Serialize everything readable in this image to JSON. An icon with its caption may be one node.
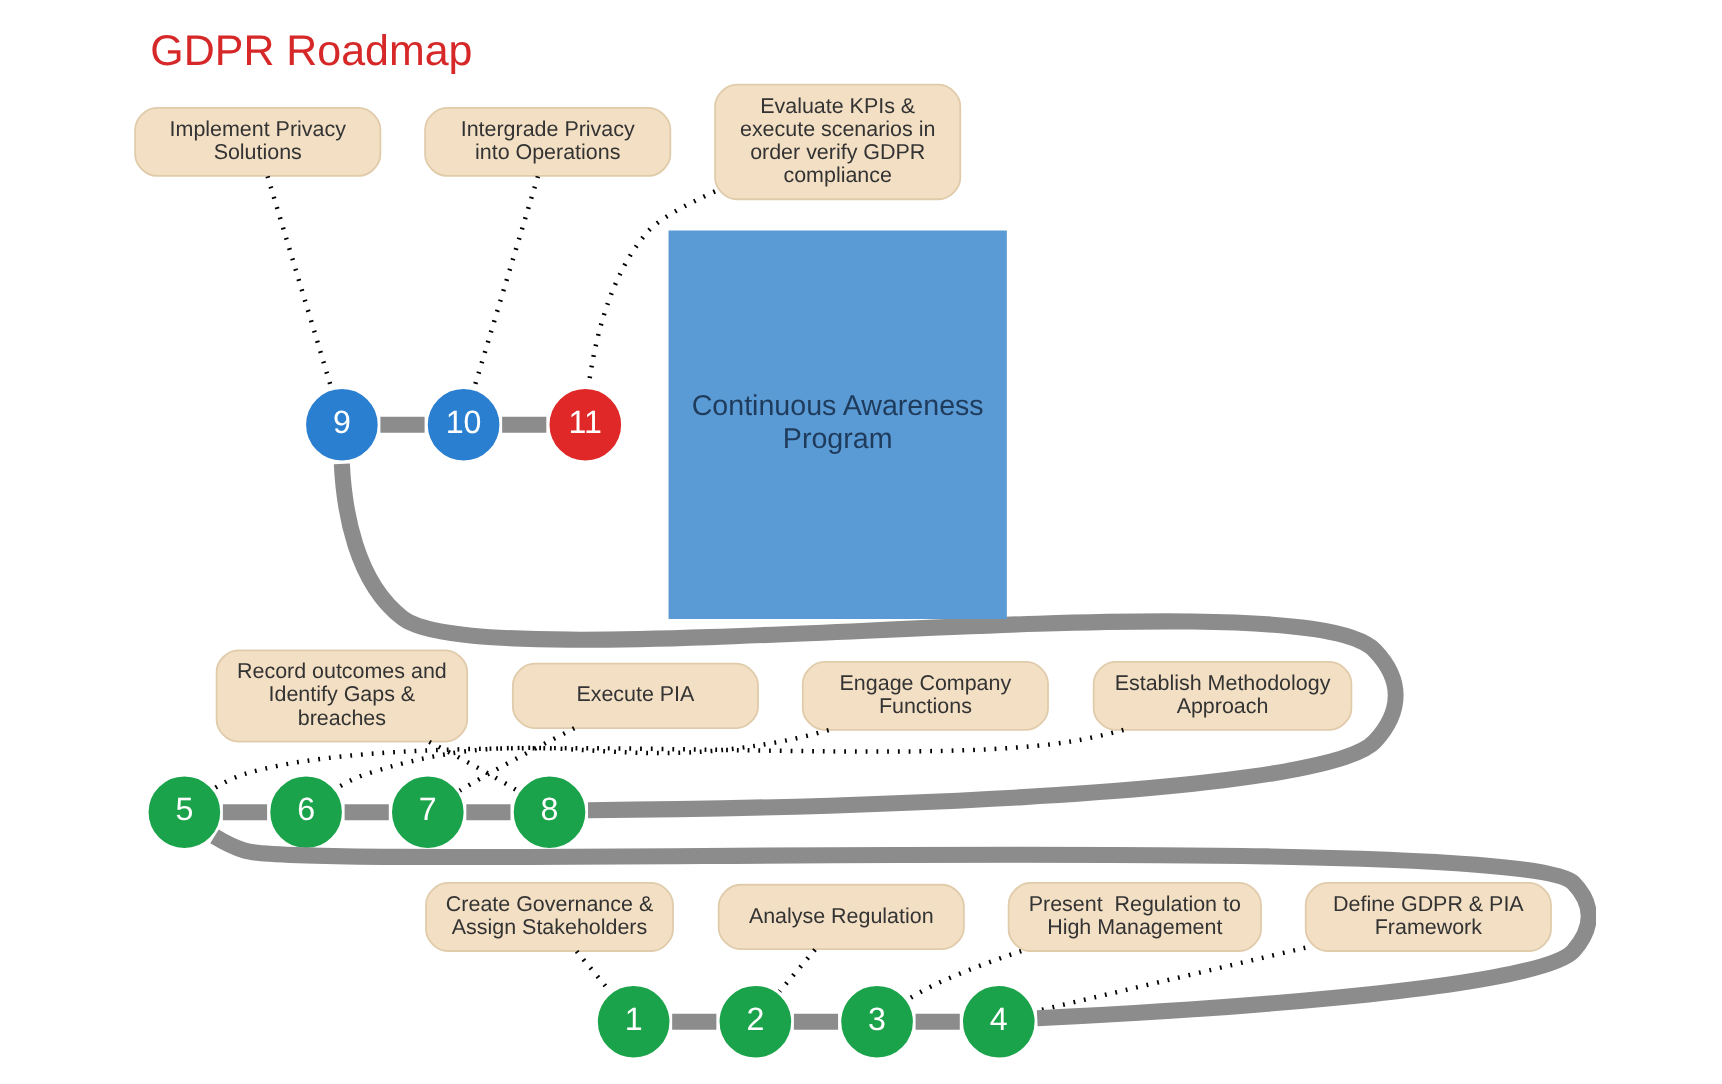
{
  "diagram": {
    "title": "GDPR Roadmap",
    "nodes": [
      {
        "text": [
          "Create Governance & Assign Stakeholders"
        ]
      },
      {
        "text": [
          "Analyse Regulation"
        ]
      },
      {
        "text": [
          "Present  Regulation to High Management"
        ]
      },
      {
        "text": [
          "Define GDPR & PIA Framework"
        ]
      },
      {
        "text": [
          "Establish Methodology Approach"
        ]
      },
      {
        "text": [
          "Engage Company Functions"
        ]
      },
      {
        "text": [
          "Execute PIA"
        ]
      },
      {
        "text": [
          "Record outcomes and Identify Gaps & breaches"
        ]
      },
      {
        "text": [
          "Implement Privacy Solutions"
        ]
      },
      {
        "text": [
          "Intergrade Privacy into Operations"
        ]
      },
      {
        "text": [
          "Evaluate KPIs & execute scenarios in order verify GDPR compliance"
        ]
      },
      {
        "text": [
          "1"
        ]
      },
      {
        "text": [
          "2"
        ]
      },
      {
        "text": [
          "3"
        ]
      },
      {
        "text": [
          "4"
        ]
      },
      {
        "text": [
          "5"
        ]
      },
      {
        "text": [
          "6"
        ]
      },
      {
        "text": [
          "7"
        ]
      },
      {
        "text": [
          "8"
        ]
      },
      {
        "text": [
          "9"
        ]
      },
      {
        "text": [
          "10"
        ]
      },
      {
        "text": [
          "11"
        ]
      },
      {
        "text": [
          "Continuous Awareness Program"
        ]
      }
    ],
    "edges": [
      {
        "from": 0,
        "to": 11,
        "arrow": "none",
        "style": "dashed"
      },
      {
        "from": 1,
        "to": 12,
        "arrow": "none",
        "style": "dashed"
      },
      {
        "from": 2,
        "to": 13,
        "arrow": "none",
        "style": "dashed"
      },
      {
        "from": 3,
        "to": 14,
        "arrow": "none",
        "style": "dashed"
      },
      {
        "from": 4,
        "to": 15,
        "arrow": "none",
        "style": "dashed"
      },
      {
        "from": 5,
        "to": 16,
        "arrow": "none",
        "style": "dashed"
      },
      {
        "from": 6,
        "to": 17,
        "arrow": "none",
        "style": "dashed"
      },
      {
        "from": 7,
        "to": 18,
        "arrow": "none",
        "style": "dashed"
      },
      {
        "from": 8,
        "to": 19,
        "arrow": "none",
        "style": "dashed"
      },
      {
        "from": 9,
        "to": 20,
        "arrow": "none",
        "style": "dashed"
      },
      {
        "from": 10,
        "to": 21,
        "arrow": "none",
        "style": "dashed"
      },
      {
        "from": 11,
        "to": 12,
        "arrow": "none",
        "style": "thick",
        "color": "#8c8c8c"
      },
      {
        "from": 12,
        "to": 13,
        "arrow": "none",
        "style": "thick",
        "color": "#8c8c8c"
      },
      {
        "from": 13,
        "to": 14,
        "arrow": "none",
        "style": "thick",
        "color": "#8c8c8c"
      },
      {
        "from": 14,
        "to": 15,
        "arrow": "none",
        "style": "thick",
        "color": "#8c8c8c"
      },
      {
        "from": 15,
        "to": 16,
        "arrow": "none",
        "style": "thick",
        "color": "#8c8c8c"
      },
      {
        "from": 16,
        "to": 17,
        "arrow": "none",
        "style": "thick",
        "color": "#8c8c8c"
      },
      {
        "from": 17,
        "to": 18,
        "arrow": "none",
        "style": "thick",
        "color": "#8c8c8c"
      },
      {
        "from": 18,
        "to": 19,
        "arrow": "none",
        "style": "thick",
        "color": "#8c8c8c"
      },
      {
        "from": 19,
        "to": 20,
        "arrow": "none",
        "style": "thick",
        "color": "#8c8c8c"
      },
      {
        "from": 20,
        "to": 21,
        "arrow": "none",
        "style": "thick",
        "color": "#8c8c8c"
      }
    ]
  }
}
